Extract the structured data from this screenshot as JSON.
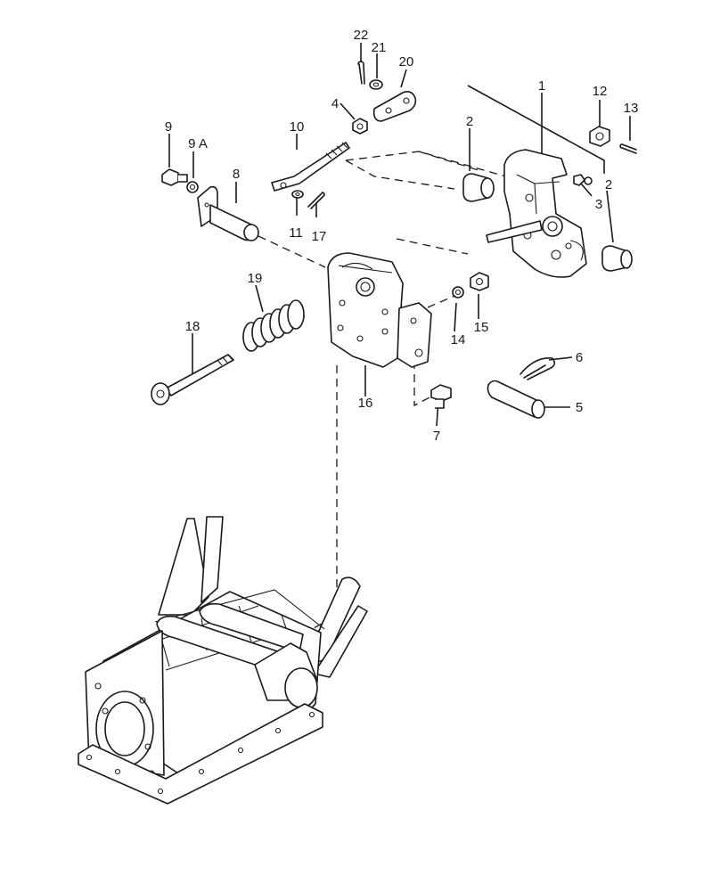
{
  "callouts": {
    "c1": "1",
    "c2a": "2",
    "c2b": "2",
    "c3": "3",
    "c4": "4",
    "c5": "5",
    "c6": "6",
    "c7": "7",
    "c8": "8",
    "c9": "9",
    "c9a": "9 A",
    "c10": "10",
    "c11": "11",
    "c12": "12",
    "c13": "13",
    "c14": "14",
    "c15": "15",
    "c16": "16",
    "c17": "17",
    "c18": "18",
    "c19": "19",
    "c20": "20",
    "c21": "21",
    "c22": "22"
  }
}
